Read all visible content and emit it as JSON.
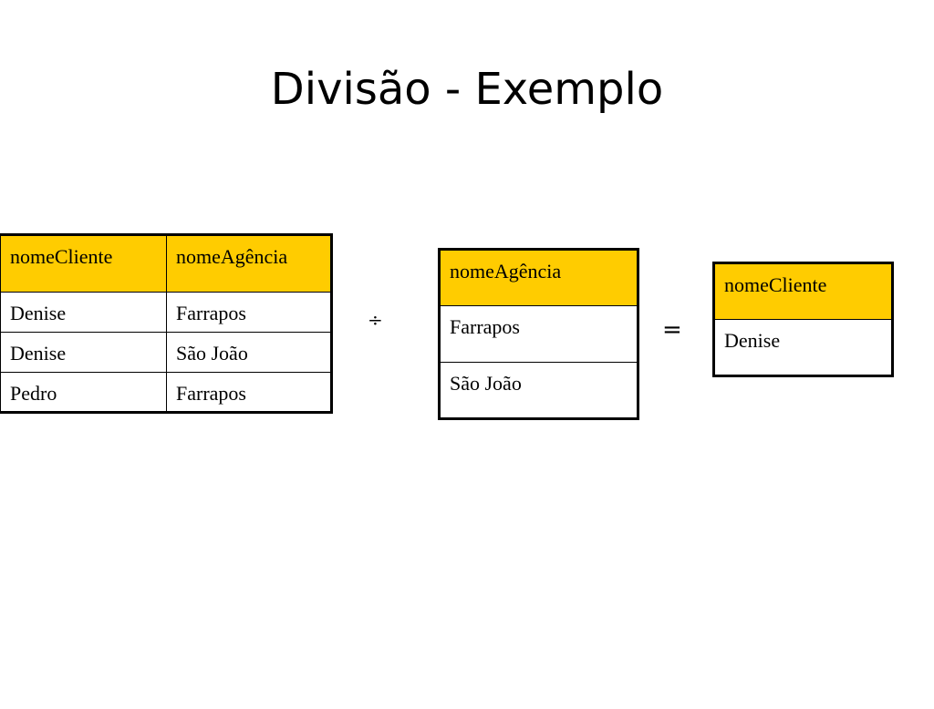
{
  "slide": {
    "title": "Divisão - Exemplo"
  },
  "dividend_table": {
    "headers": [
      "nomeCliente",
      "nomeAgência"
    ],
    "rows": [
      [
        "Denise",
        "Farrapos"
      ],
      [
        "Denise",
        "São João"
      ],
      [
        "Pedro",
        "Farrapos"
      ]
    ]
  },
  "divisor_table": {
    "headers": [
      "nomeAgência"
    ],
    "rows": [
      [
        "Farrapos"
      ],
      [
        "São João"
      ]
    ]
  },
  "result_table": {
    "headers": [
      "nomeCliente"
    ],
    "rows": [
      [
        "Denise"
      ]
    ]
  },
  "operators": {
    "divide": "÷",
    "equals": "="
  },
  "colors": {
    "header_fill": "#ffcc00",
    "border": "#000000",
    "background": "#ffffff"
  }
}
